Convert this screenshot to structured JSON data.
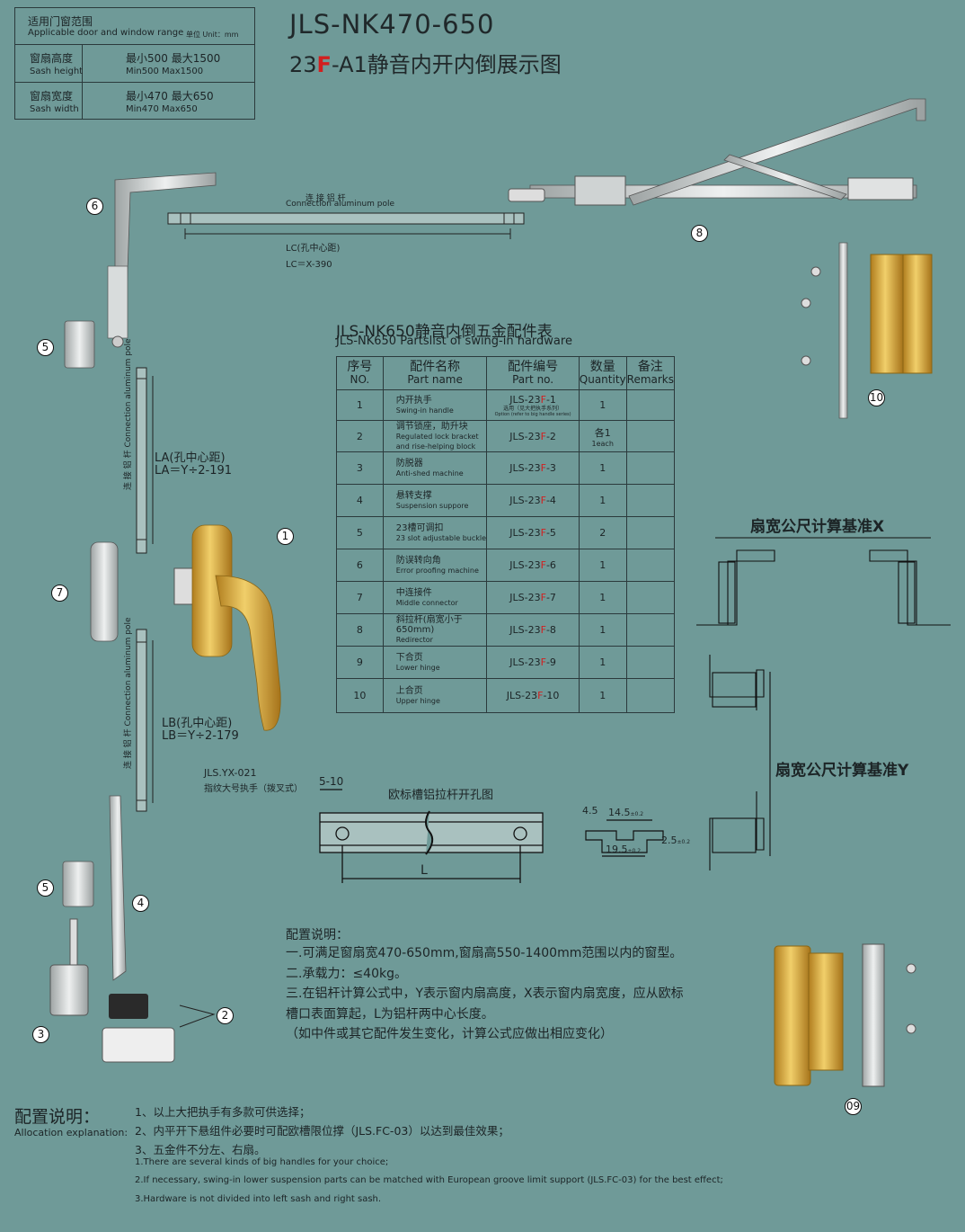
{
  "range": {
    "title_zh": "适用门窗范围",
    "title_en": "Applicable door and window range",
    "unit": "单位 Unit：mm",
    "rows": [
      {
        "zh": "窗扇高度",
        "en": "Sash height",
        "val_zh": "最小500  最大1500",
        "val_en": "Min500  Max1500"
      },
      {
        "zh": "窗扇宽度",
        "en": "Sash width",
        "val_zh": "最小470  最大650",
        "val_en": "Min470  Max650"
      }
    ]
  },
  "header": {
    "model": "JLS-NK470-650",
    "subtitle_pre": "23",
    "subtitle_f": "F",
    "subtitle_post": "-A1静音内开内倒展示图"
  },
  "labels": {
    "conn_zh": "连 接 铝 杆",
    "conn_en": "Connection aluminum pole",
    "lc1": "LC(孔中心距)",
    "lc2": "LC＝X-390",
    "la1": "LA(孔中心距)",
    "la2": "LA＝Y÷2-191",
    "lb1": "LB(孔中心距)",
    "lb2": "LB＝Y÷2-179",
    "handle_model": "JLS.YX-021",
    "handle_desc": "指纹大号执手（拨叉式）",
    "dim_510": "5-10",
    "groove_title": "欧标槽铝拉杆开孔图",
    "l": "L",
    "d45": "4.5",
    "d145": "14.5",
    "d195": "19.5",
    "d25": "2.5",
    "tol": "±0.2",
    "std_x": "扇宽公尺计算基准X",
    "std_y": "扇宽公尺计算基准Y",
    "n1": "1",
    "n2": "2",
    "n3": "3",
    "n4": "4",
    "n5": "5",
    "n6": "6",
    "n7": "7",
    "n8": "8",
    "n10": "10",
    "n09": "09"
  },
  "parts_table": {
    "title_zh": "JLS-NK650静音内倒五金配件表",
    "title_en": "JLS-NK650 Partslist of swing-in hardware",
    "headers": [
      {
        "zh": "序号",
        "en": "NO."
      },
      {
        "zh": "配件名称",
        "en": "Part name"
      },
      {
        "zh": "配件编号",
        "en": "Part no."
      },
      {
        "zh": "数量",
        "en": "Quantity"
      },
      {
        "zh": "备注",
        "en": "Remarks"
      }
    ],
    "rows": [
      {
        "no": "1",
        "zh": "内开执手",
        "en": "Swing-in handle",
        "pn_pre": "JLS-23",
        "pn_suf": "-1",
        "pn_note": "选用（见大把执手系列）",
        "pn_note_en": "Option (refer to big handle series)",
        "qty": "1",
        "qty_en": ""
      },
      {
        "no": "2",
        "zh": "调节锁座，助升块",
        "en": "Regulated lock bracket and rise-helping block",
        "pn_pre": "JLS-23",
        "pn_suf": "-2",
        "pn_note": "",
        "pn_note_en": "",
        "qty": "各1",
        "qty_en": "1each"
      },
      {
        "no": "3",
        "zh": "防脱器",
        "en": "Anti-shed machine",
        "pn_pre": "JLS-23",
        "pn_suf": "-3",
        "pn_note": "",
        "pn_note_en": "",
        "qty": "1",
        "qty_en": ""
      },
      {
        "no": "4",
        "zh": "悬转支撑",
        "en": "Suspension suppore",
        "pn_pre": "JLS-23",
        "pn_suf": "-4",
        "pn_note": "",
        "pn_note_en": "",
        "qty": "1",
        "qty_en": ""
      },
      {
        "no": "5",
        "zh": "23槽可调扣",
        "en": "23 slot adjustable buckle",
        "pn_pre": "JLS-23",
        "pn_suf": "-5",
        "pn_note": "",
        "pn_note_en": "",
        "qty": "2",
        "qty_en": ""
      },
      {
        "no": "6",
        "zh": "防误转向角",
        "en": "Error proofing machine",
        "pn_pre": "JLS-23",
        "pn_suf": "-6",
        "pn_note": "",
        "pn_note_en": "",
        "qty": "1",
        "qty_en": ""
      },
      {
        "no": "7",
        "zh": "中连接件",
        "en": "Middle connector",
        "pn_pre": "JLS-23",
        "pn_suf": "-7",
        "pn_note": "",
        "pn_note_en": "",
        "qty": "1",
        "qty_en": ""
      },
      {
        "no": "8",
        "zh": "斜拉杆(扇宽小于650mm)",
        "en": "Redirector",
        "pn_pre": "JLS-23",
        "pn_suf": "-8",
        "pn_note": "",
        "pn_note_en": "",
        "qty": "1",
        "qty_en": ""
      },
      {
        "no": "9",
        "zh": "下合页",
        "en": "Lower hinge",
        "pn_pre": "JLS-23",
        "pn_suf": "-9",
        "pn_note": "",
        "pn_note_en": "",
        "qty": "1",
        "qty_en": ""
      },
      {
        "no": "10",
        "zh": "上合页",
        "en": "Upper hinge",
        "pn_pre": "JLS-23",
        "pn_suf": "-10",
        "pn_note": "",
        "pn_note_en": "",
        "qty": "1",
        "qty_en": ""
      }
    ],
    "f": "F"
  },
  "config": {
    "title": "配置说明：",
    "lines": [
      "一.可满足窗扇宽470-650mm,窗扇高550-1400mm范围以内的窗型。",
      "二.承载力：≤40kg。",
      "三.在铝杆计算公式中，Y表示窗内扇高度，X表示窗内扇宽度，应从欧标",
      "槽口表面算起，L为铝杆两中心长度。",
      "（如中件或其它配件发生变化，计算公式应做出相应变化）"
    ]
  },
  "allocation": {
    "title_zh": "配置说明：",
    "title_en": "Allocation explanation:",
    "zh": [
      "1、以上大把执手有多款可供选择；",
      "2、内平开下悬组件必要时可配欧槽限位撑（JLS.FC-03）以达到最佳效果；",
      "3、五金件不分左、右扇。"
    ],
    "en": [
      "1.There are several kinds of big handles for your choice;",
      "2.If necessary, swing-in lower suspension parts can be matched with European groove limit support (JLS.FC-03) for the best effect;",
      "3.Hardware is not divided into left sash and right sash."
    ]
  },
  "colors": {
    "background": "#6f9a98",
    "accent_red": "#d21f1f",
    "gold": "#d9a83a",
    "silver": "#d4d8d8"
  }
}
